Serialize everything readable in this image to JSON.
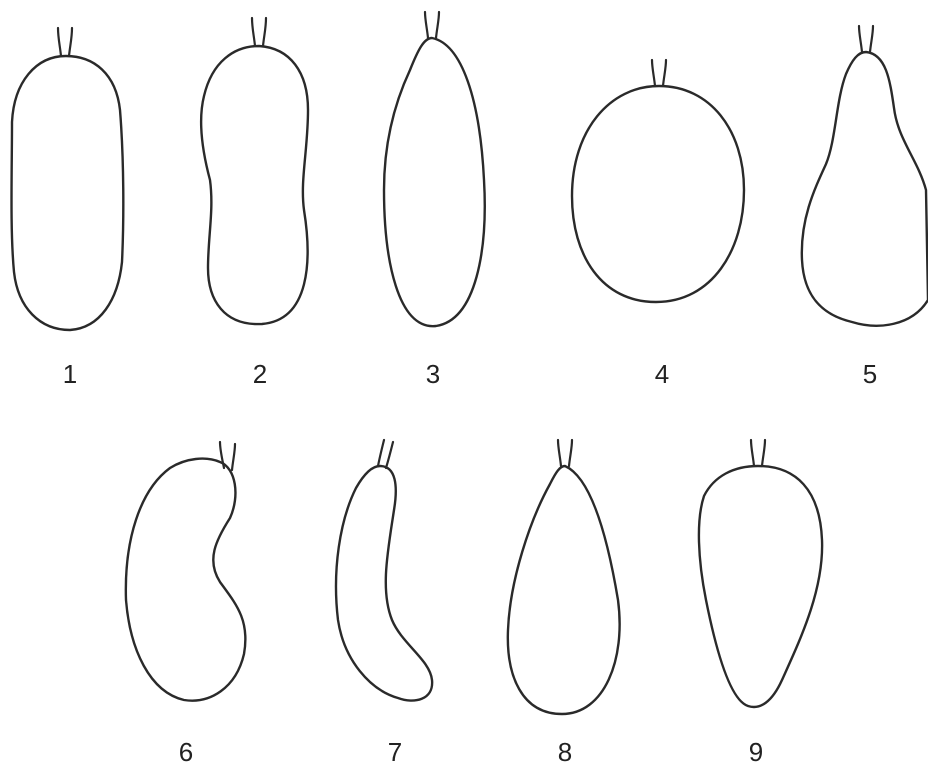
{
  "shapes": [
    {
      "label": "1"
    },
    {
      "label": "2"
    },
    {
      "label": "3"
    },
    {
      "label": "4"
    },
    {
      "label": "5"
    },
    {
      "label": "6"
    },
    {
      "label": "7"
    },
    {
      "label": "8"
    },
    {
      "label": "9"
    }
  ],
  "colors": {
    "outline": "#2a2a2a",
    "background": "#ffffff",
    "label": "#222222"
  }
}
